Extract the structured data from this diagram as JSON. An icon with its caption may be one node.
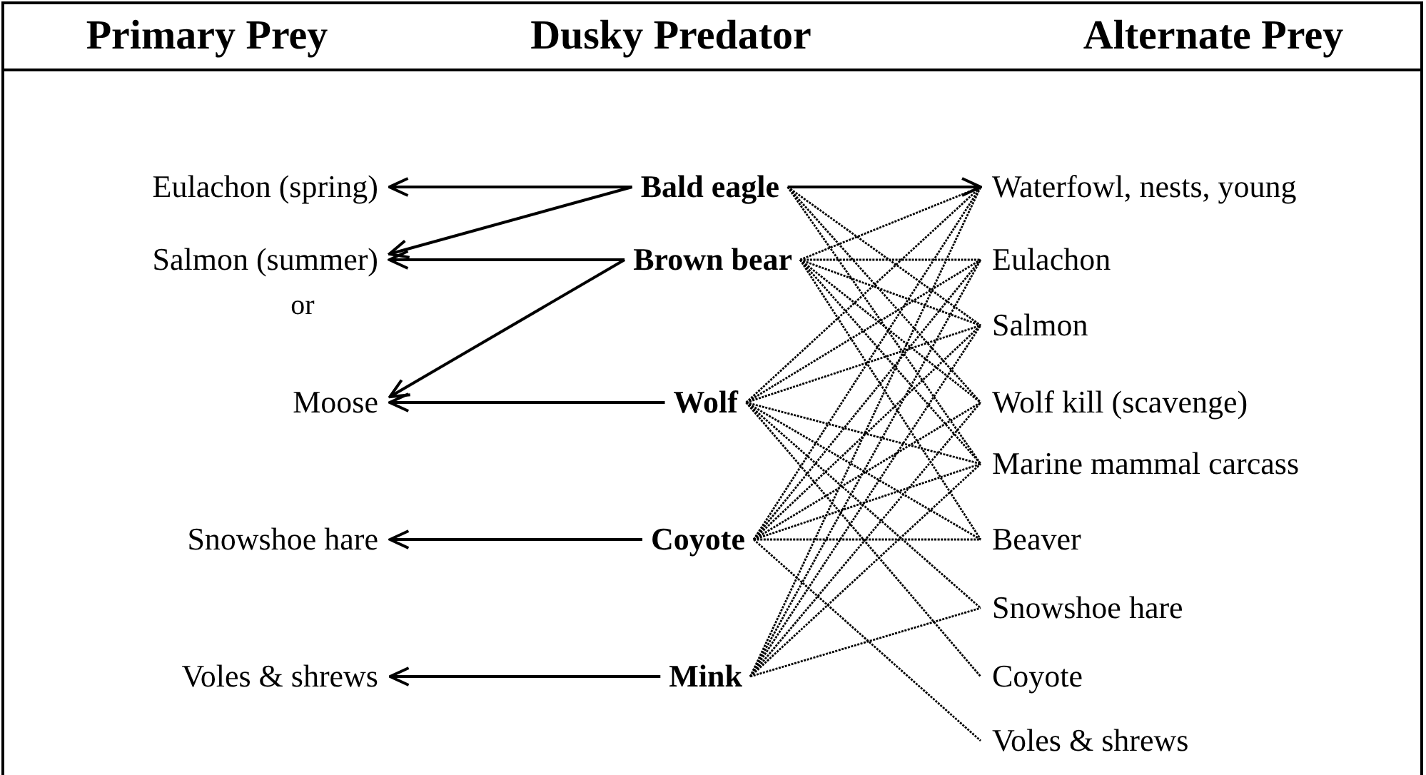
{
  "diagram": {
    "nodes": [
      {
        "text": [
          "Eulachon (spring)"
        ]
      },
      {
        "text": [
          "Salmon (summer)"
        ]
      },
      {
        "text": [
          "Moose"
        ]
      },
      {
        "text": [
          "Snowshoe hare"
        ]
      },
      {
        "text": [
          "Voles & shrews"
        ]
      },
      {
        "text": [
          "Bald eagle"
        ]
      },
      {
        "text": [
          "Brown bear"
        ]
      },
      {
        "text": [
          "Wolf"
        ]
      },
      {
        "text": [
          "Coyote"
        ]
      },
      {
        "text": [
          "Mink"
        ]
      },
      {
        "text": [
          "Waterfowl, nests, young"
        ]
      },
      {
        "text": [
          "Eulachon"
        ]
      },
      {
        "text": [
          "Salmon"
        ]
      },
      {
        "text": [
          "Wolf kill (scavenge)"
        ]
      },
      {
        "text": [
          "Marine mammal carcass"
        ]
      },
      {
        "text": [
          "Beaver"
        ]
      },
      {
        "text": [
          "Snowshoe hare"
        ]
      },
      {
        "text": [
          "Coyote"
        ]
      },
      {
        "text": [
          "Voles & shrews"
        ]
      }
    ],
    "edges": [
      {
        "from": 5,
        "to": 0,
        "arrow": "to"
      },
      {
        "from": 5,
        "to": 1,
        "arrow": "to"
      },
      {
        "from": 6,
        "to": 1,
        "arrow": "to"
      },
      {
        "from": 6,
        "to": 2,
        "arrow": "to"
      },
      {
        "from": 7,
        "to": 2,
        "arrow": "to"
      },
      {
        "from": 8,
        "to": 3,
        "arrow": "to"
      },
      {
        "from": 9,
        "to": 4,
        "arrow": "to"
      },
      {
        "from": 5,
        "to": 10,
        "arrow": "to"
      },
      {
        "from": 5,
        "to": 12,
        "arrow": "none",
        "style": "dashed"
      },
      {
        "from": 5,
        "to": 13,
        "arrow": "none",
        "style": "dashed"
      },
      {
        "from": 5,
        "to": 14,
        "arrow": "none",
        "style": "dashed"
      },
      {
        "from": 6,
        "to": 10,
        "arrow": "none",
        "style": "dashed"
      },
      {
        "from": 6,
        "to": 11,
        "arrow": "none",
        "style": "dashed"
      },
      {
        "from": 6,
        "to": 12,
        "arrow": "none",
        "style": "dashed"
      },
      {
        "from": 6,
        "to": 13,
        "arrow": "none",
        "style": "dashed"
      },
      {
        "from": 6,
        "to": 14,
        "arrow": "none",
        "style": "dashed"
      },
      {
        "from": 6,
        "to": 15,
        "arrow": "none",
        "style": "dashed"
      },
      {
        "from": 7,
        "to": 10,
        "arrow": "none",
        "style": "dashed"
      },
      {
        "from": 7,
        "to": 11,
        "arrow": "none",
        "style": "dashed"
      },
      {
        "from": 7,
        "to": 12,
        "arrow": "none",
        "style": "dashed"
      },
      {
        "from": 7,
        "to": 14,
        "arrow": "none",
        "style": "dashed"
      },
      {
        "from": 7,
        "to": 15,
        "arrow": "none",
        "style": "dashed"
      },
      {
        "from": 7,
        "to": 16,
        "arrow": "none",
        "style": "dashed"
      },
      {
        "from": 7,
        "to": 17,
        "arrow": "none",
        "style": "dashed"
      },
      {
        "from": 8,
        "to": 10,
        "arrow": "none",
        "style": "dashed"
      },
      {
        "from": 8,
        "to": 11,
        "arrow": "none",
        "style": "dashed"
      },
      {
        "from": 8,
        "to": 12,
        "arrow": "none",
        "style": "dashed"
      },
      {
        "from": 8,
        "to": 13,
        "arrow": "none",
        "style": "dashed"
      },
      {
        "from": 8,
        "to": 14,
        "arrow": "none",
        "style": "dashed"
      },
      {
        "from": 8,
        "to": 15,
        "arrow": "none",
        "style": "dashed"
      },
      {
        "from": 8,
        "to": 18,
        "arrow": "none",
        "style": "dashed"
      },
      {
        "from": 9,
        "to": 10,
        "arrow": "none",
        "style": "dashed"
      },
      {
        "from": 9,
        "to": 11,
        "arrow": "none",
        "style": "dashed"
      },
      {
        "from": 9,
        "to": 12,
        "arrow": "none",
        "style": "dashed"
      },
      {
        "from": 9,
        "to": 13,
        "arrow": "none",
        "style": "dashed"
      },
      {
        "from": 9,
        "to": 14,
        "arrow": "none",
        "style": "dashed"
      },
      {
        "from": 9,
        "to": 16,
        "arrow": "none",
        "style": "dashed"
      }
    ],
    "labels": [
      "Primary Prey",
      "Dusky Predator",
      "Alternate Prey",
      "or"
    ]
  }
}
